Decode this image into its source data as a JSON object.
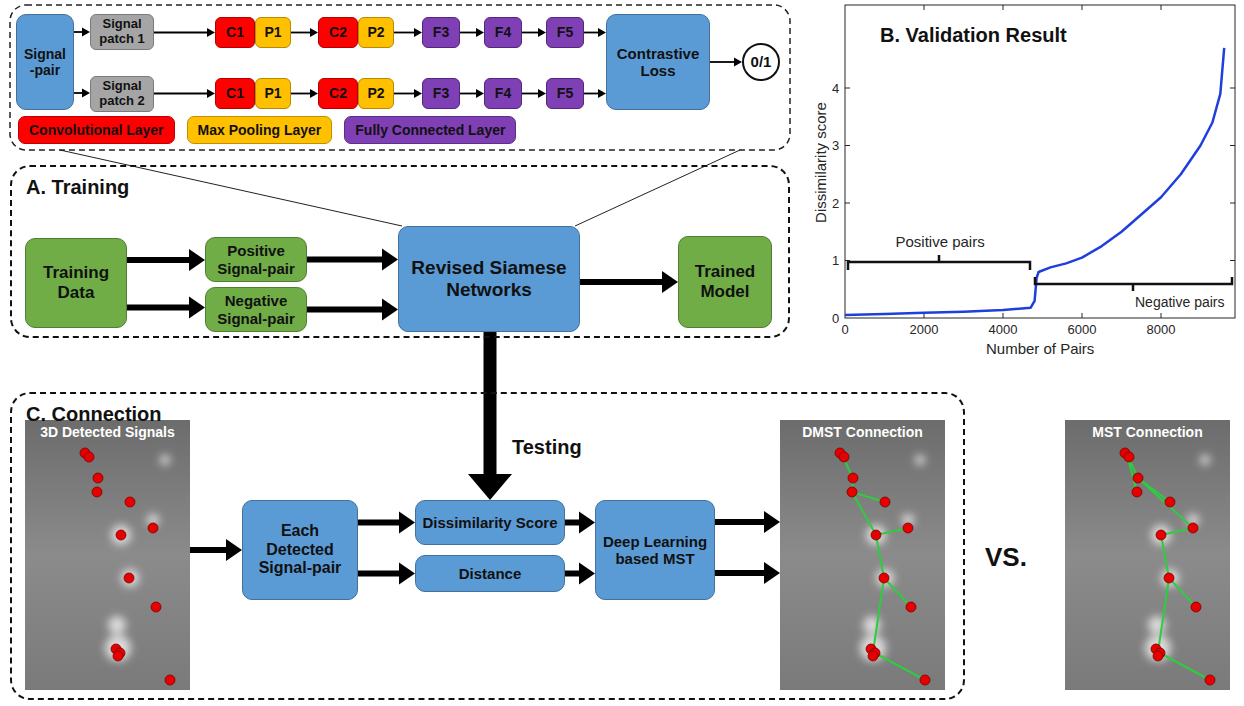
{
  "diagram": {
    "nodes": [
      {
        "text": [
          "Signal -pair"
        ]
      },
      {
        "text": [
          "Signal patch 1"
        ]
      },
      {
        "text": [
          "Signal patch 2"
        ]
      },
      {
        "text": [
          "C1"
        ]
      },
      {
        "text": [
          "P1"
        ]
      },
      {
        "text": [
          "C2"
        ]
      },
      {
        "text": [
          "P2"
        ]
      },
      {
        "text": [
          "F3"
        ]
      },
      {
        "text": [
          "F4"
        ]
      },
      {
        "text": [
          "F5"
        ]
      },
      {
        "text": [
          "C1"
        ]
      },
      {
        "text": [
          "P1"
        ]
      },
      {
        "text": [
          "C2"
        ]
      },
      {
        "text": [
          "P2"
        ]
      },
      {
        "text": [
          "F3"
        ]
      },
      {
        "text": [
          "F4"
        ]
      },
      {
        "text": [
          "F5"
        ]
      },
      {
        "text": [
          "Contrastive Loss"
        ]
      },
      {
        "text": [
          "0/1"
        ]
      },
      {
        "text": [
          "A. Training"
        ]
      },
      {
        "text": [
          "Training Data"
        ],
        "in": 19
      },
      {
        "text": [
          "Positive Signal-pair"
        ],
        "in": 19
      },
      {
        "text": [
          "Negative Signal-pair"
        ],
        "in": 19
      },
      {
        "text": [
          "Revised Siamese Networks"
        ],
        "in": 19
      },
      {
        "text": [
          "Trained Model"
        ],
        "in": 19
      },
      {
        "text": [
          "C. Connection"
        ]
      },
      {
        "text": [
          "3D Detected Signals"
        ],
        "in": 25
      },
      {
        "text": [
          "Each Detected Signal-pair"
        ],
        "in": 25
      },
      {
        "text": [
          "Dissimilarity Score"
        ],
        "in": 25
      },
      {
        "text": [
          "Distance"
        ],
        "in": 25
      },
      {
        "text": [
          "Deep Learning based MST"
        ],
        "in": 25
      },
      {
        "text": [
          "DMST Connection"
        ],
        "in": 25
      },
      {
        "text": [
          "MST Connection"
        ]
      }
    ],
    "edges": [
      {
        "from": 0,
        "to": 1,
        "arrow": "to"
      },
      {
        "from": 0,
        "to": 2,
        "arrow": "to"
      },
      {
        "from": 1,
        "to": 3,
        "arrow": "to"
      },
      {
        "from": 4,
        "to": 5,
        "arrow": "to"
      },
      {
        "from": 6,
        "to": 7,
        "arrow": "to"
      },
      {
        "from": 7,
        "to": 8,
        "arrow": "to"
      },
      {
        "from": 8,
        "to": 9,
        "arrow": "to"
      },
      {
        "from": 9,
        "to": 17,
        "arrow": "to"
      },
      {
        "from": 2,
        "to": 10,
        "arrow": "to"
      },
      {
        "from": 11,
        "to": 12,
        "arrow": "to"
      },
      {
        "from": 13,
        "to": 14,
        "arrow": "to"
      },
      {
        "from": 14,
        "to": 15,
        "arrow": "to"
      },
      {
        "from": 15,
        "to": 16,
        "arrow": "to"
      },
      {
        "from": 16,
        "to": 17,
        "arrow": "to"
      },
      {
        "from": 17,
        "to": 18,
        "arrow": "to"
      },
      {
        "from": 20,
        "to": 21,
        "arrow": "to"
      },
      {
        "from": 20,
        "to": 22,
        "arrow": "to"
      },
      {
        "from": 21,
        "to": 23,
        "arrow": "to"
      },
      {
        "from": 22,
        "to": 23,
        "arrow": "to"
      },
      {
        "from": 23,
        "to": 24,
        "arrow": "to"
      },
      {
        "from": 23,
        "to": 28,
        "arrow": "to",
        "label": "Testing"
      },
      {
        "from": 26,
        "to": 27,
        "arrow": "to"
      },
      {
        "from": 27,
        "to": 28,
        "arrow": "to"
      },
      {
        "from": 27,
        "to": 29,
        "arrow": "to"
      },
      {
        "from": 28,
        "to": 30,
        "arrow": "to"
      },
      {
        "from": 29,
        "to": 30,
        "arrow": "to"
      },
      {
        "from": 30,
        "to": 31,
        "arrow": "to"
      },
      {
        "from": 30,
        "to": 31,
        "arrow": "to"
      }
    ],
    "labels": [
      "B. Validation Result",
      "Dissimilarity score",
      "0",
      "1",
      "2",
      "3",
      "4",
      "0",
      "2000",
      "4000",
      "6000",
      "8000",
      "Number of Pairs",
      "Positive pairs",
      "Negative pairs",
      "VS."
    ],
    "legend": [
      {
        "text": "Convolutional Layer",
        "color": "#ff0000"
      },
      {
        "text": "Max Pooling Layer",
        "color": "#ffc000"
      },
      {
        "text": "Fully Connected Layer",
        "color": "#7f3fb5"
      }
    ]
  }
}
